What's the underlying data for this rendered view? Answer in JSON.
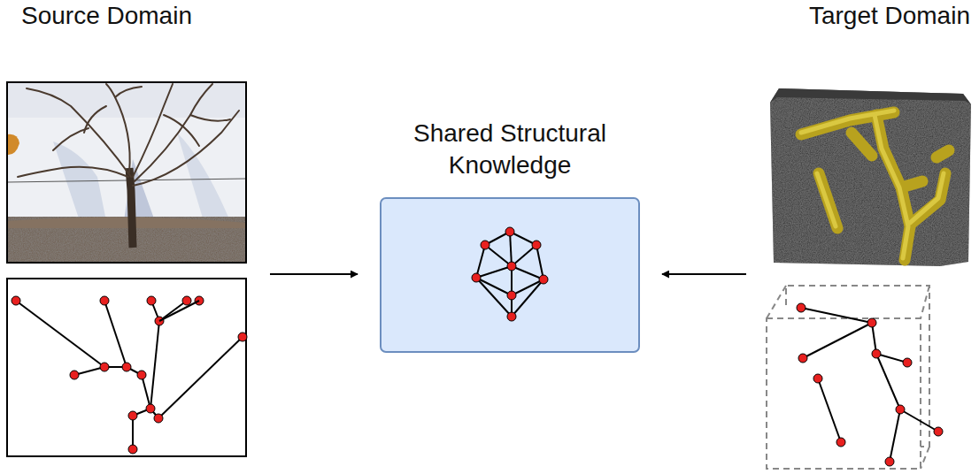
{
  "diagram": {
    "nodes": [
      {
        "text": [
          "Source Domain"
        ]
      },
      {
        "text": [
          "Shared Structural Knowledge"
        ]
      },
      {
        "text": [
          "Target Domain"
        ]
      }
    ],
    "edges": [
      {
        "from": 0,
        "to": 1,
        "arrow": "to"
      },
      {
        "from": 2,
        "to": 1,
        "arrow": "to"
      }
    ]
  }
}
